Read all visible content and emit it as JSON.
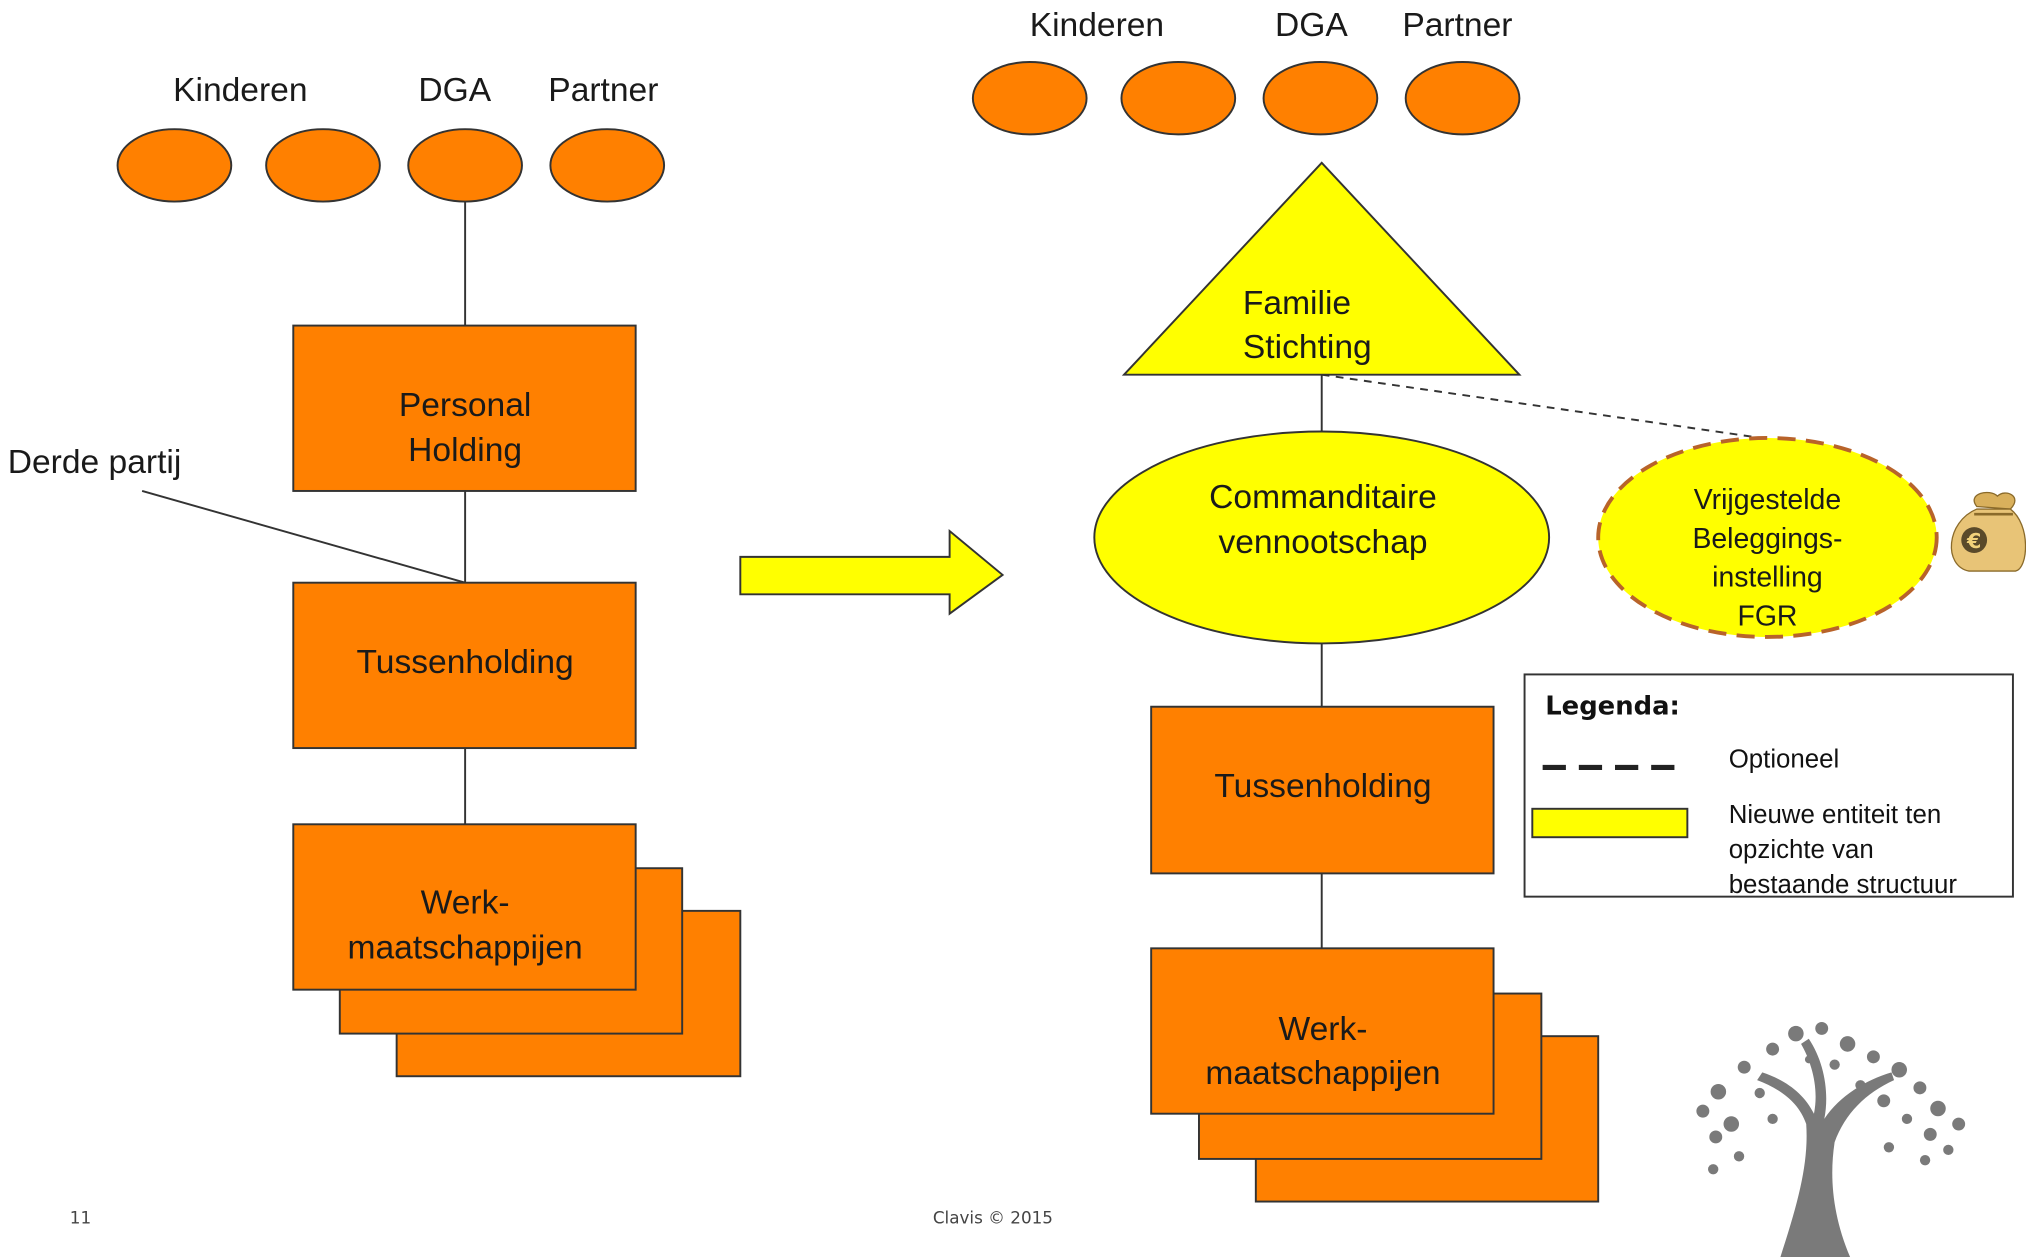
{
  "left": {
    "persons": [
      "Kinderen",
      "DGA",
      "Partner"
    ],
    "personal_holding": [
      "Personal",
      "Holding"
    ],
    "third_party": "Derde partij",
    "tussenholding": "Tussenholding",
    "werkmaatschappijen": [
      "Werk-",
      "maatschappijen"
    ]
  },
  "right": {
    "persons": [
      "Kinderen",
      "DGA",
      "Partner"
    ],
    "familie_stichting": [
      "Familie",
      "Stichting"
    ],
    "cv": [
      "Commanditaire",
      "vennootschap"
    ],
    "fgr": [
      "Vrijgestelde",
      "Beleggings-",
      "instelling",
      "FGR"
    ],
    "tussenholding": "Tussenholding",
    "werkmaatschappijen": [
      "Werk-",
      "maatschappijen"
    ],
    "moneybag_symbol": "€"
  },
  "legend": {
    "title": "Legenda:",
    "optional": "Optioneel",
    "new_entity": [
      "Nieuwe entiteit ten",
      "opzichte van",
      "bestaande structuur"
    ]
  },
  "footer": {
    "page_number": "11",
    "copyright": "Clavis © 2015"
  },
  "colors": {
    "entity": "#ff8000",
    "new_entity": "#ffff00",
    "optional_border": "#b8632a",
    "tree": "#7a7a7a"
  },
  "icons": [
    "arrow-right-icon",
    "money-bag-icon",
    "tree-logo-icon"
  ]
}
